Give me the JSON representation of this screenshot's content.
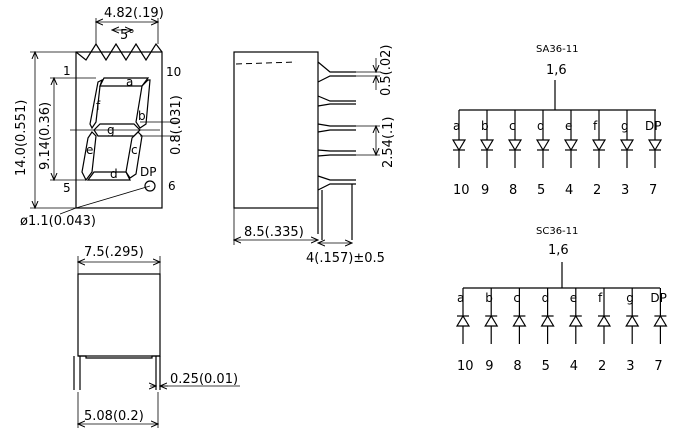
{
  "front_view": {
    "dim_top": "4.82(.19)",
    "dim_angle": "5°",
    "dim_height": "14.0(0.551)",
    "dim_digit_height": "9.14(0.36)",
    "dim_seg_width": "0.8(.031)",
    "dim_dp_hole": "ø1.1(0.043)",
    "pin_tl": "1",
    "pin_tr": "10",
    "pin_bl": "5",
    "pin_br": "6",
    "dp_label": "DP",
    "segments": [
      "a",
      "b",
      "c",
      "d",
      "e",
      "f",
      "g"
    ]
  },
  "side_view": {
    "dim_pin_thk": "0.5(.02)",
    "dim_pitch": "2.54(.1)",
    "dim_depth": "8.5(.335)",
    "dim_pin_len": "4(.157)±0.5"
  },
  "bottom_view": {
    "dim_width": "7.5(.295)",
    "dim_pin_thk": "0.25(0.01)",
    "dim_pin_span": "5.08(0.2)"
  },
  "schematic_ca": {
    "part": "SA36-11",
    "common_pins": "1,6",
    "segment_labels": [
      "a",
      "b",
      "c",
      "d",
      "e",
      "f",
      "g",
      "DP"
    ],
    "pin_numbers": [
      "10",
      "9",
      "8",
      "5",
      "4",
      "2",
      "3",
      "7"
    ]
  },
  "schematic_cc": {
    "part": "SC36-11",
    "common_pins": "1,6",
    "segment_labels": [
      "a",
      "b",
      "c",
      "d",
      "e",
      "f",
      "g",
      "DP"
    ],
    "pin_numbers": [
      "10",
      "9",
      "8",
      "5",
      "4",
      "2",
      "3",
      "7"
    ]
  }
}
